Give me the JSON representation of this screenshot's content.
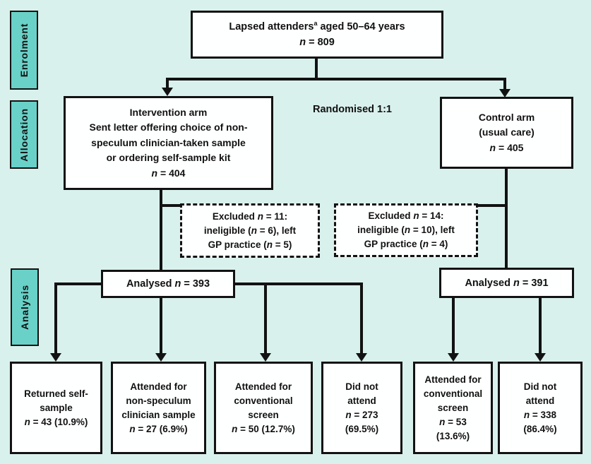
{
  "palette": {
    "background": "#d9f1ed",
    "stage_fill": "#69d1c8",
    "line": "#121212",
    "box_fill": "#feffff"
  },
  "stages": {
    "enrolment": "Enrolment",
    "allocation": "Allocation",
    "analysis": "Analysis"
  },
  "randomised_label": "Randomised 1:1",
  "boxes": {
    "enrolment_top": {
      "t1": "Lapsed attenders",
      "sup": "a",
      "t2": " aged 50–64 years",
      "n": "n",
      "nv": " = 809"
    },
    "intervention": {
      "l1": "Intervention arm",
      "l2": "Sent letter offering choice of non-",
      "l3": "speculum clinician-taken sample",
      "l4": "or ordering self-sample kit",
      "n": "n",
      "nv": " = 404"
    },
    "control": {
      "l1": "Control arm",
      "l2": "(usual care)",
      "n": "n",
      "nv": " = 405"
    },
    "excluded_intervention": {
      "t1": "Excluded ",
      "n1": "n",
      "v1": " = 11:",
      "t2": "ineligible (",
      "n2": "n",
      "v2": " = 6), left",
      "t3": "GP practice (",
      "n3": "n",
      "v3": " = 5)"
    },
    "excluded_control": {
      "t1": "Excluded ",
      "n1": "n",
      "v1": " = 14:",
      "t2": "ineligible (",
      "n2": "n",
      "v2": " = 10), left",
      "t3": "GP practice (",
      "n3": "n",
      "v3": " = 4)"
    },
    "analysed_intervention": {
      "t": "Analysed ",
      "n": "n",
      "nv": " = 393"
    },
    "analysed_control": {
      "t": "Analysed ",
      "n": "n",
      "nv": " = 391"
    },
    "outcome_self_sample": {
      "l1": "Returned self-",
      "l2": "sample",
      "n": "n",
      "nv": " = 43 (10.9%)"
    },
    "outcome_non_speculum": {
      "l1": "Attended for",
      "l2": "non-speculum",
      "l3": "clinician sample",
      "n": "n",
      "nv": " = 27 (6.9%)"
    },
    "outcome_conventional_int": {
      "l1": "Attended for",
      "l2": "conventional",
      "l3": "screen",
      "n": "n",
      "nv": " = 50 (12.7%)"
    },
    "outcome_no_attend_int": {
      "l1": "Did not",
      "l2": "attend",
      "n": "n",
      "nv": " = 273",
      "l3": "(69.5%)"
    },
    "outcome_conventional_ctrl": {
      "l1": "Attended for",
      "l2": "conventional",
      "l3": "screen",
      "n": "n",
      "nv": " = 53",
      "l4": "(13.6%)"
    },
    "outcome_no_attend_ctrl": {
      "l1": "Did not",
      "l2": "attend",
      "n": "n",
      "nv": " = 338",
      "l3": "(86.4%)"
    }
  }
}
